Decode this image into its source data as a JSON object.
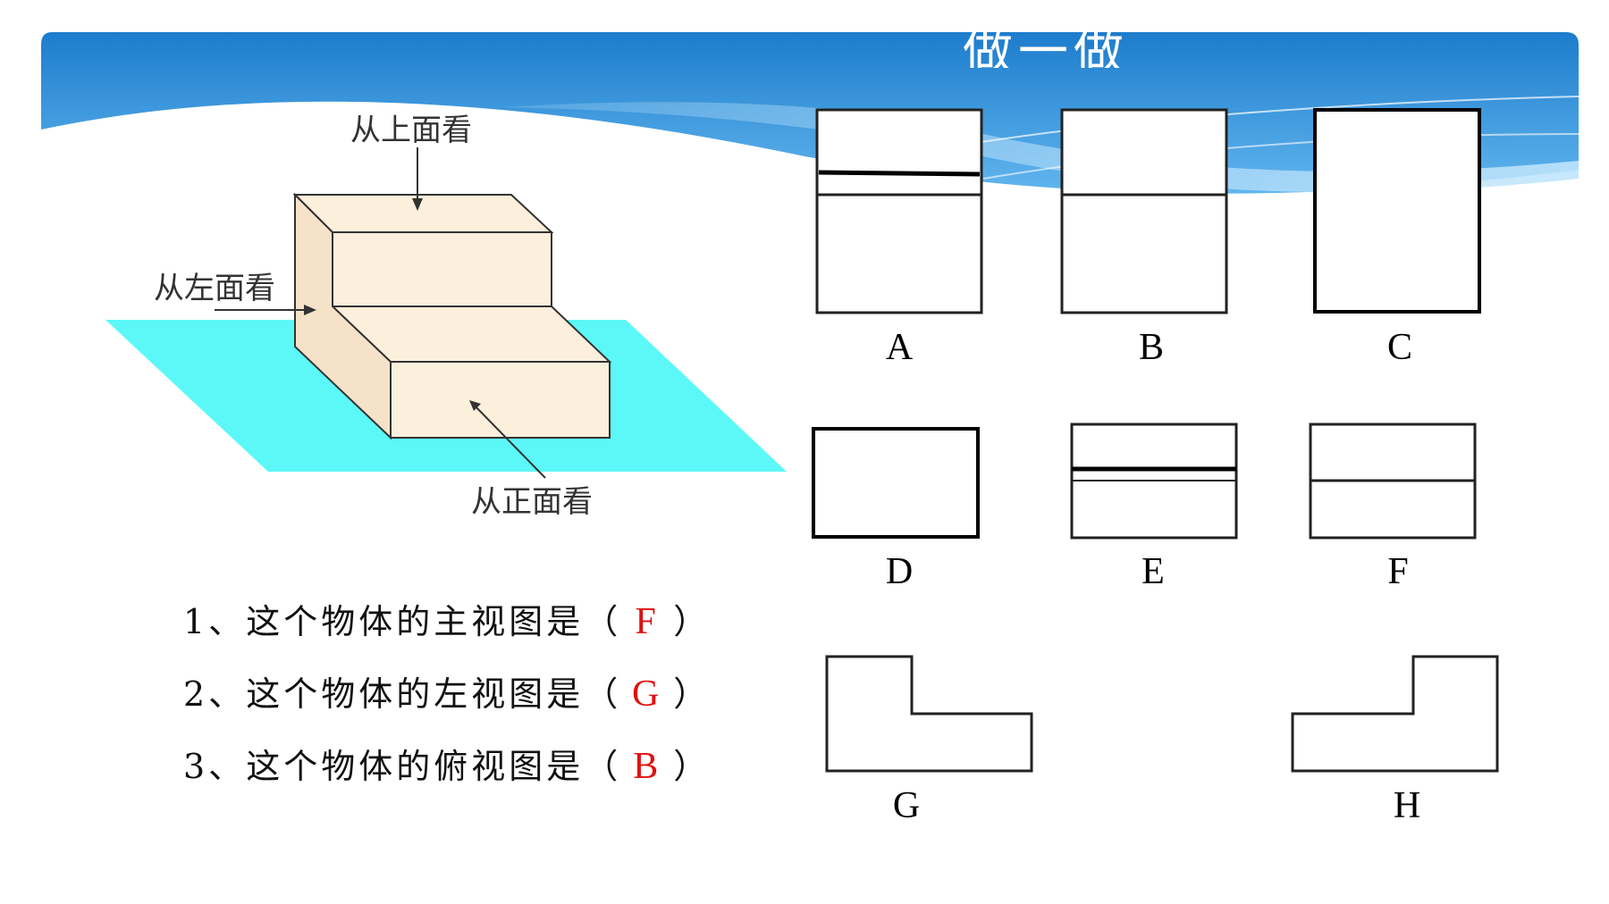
{
  "slide": {
    "title": "做一做",
    "colors": {
      "banner_dark": "#1a7fd0",
      "banner_light": "#9fd4f6",
      "ground": "#5cf8f8",
      "block_face": "#fcefdc",
      "answer": "#e01010"
    }
  },
  "figure": {
    "labels": {
      "top": "从上面看",
      "left": "从左面看",
      "front": "从正面看"
    }
  },
  "options": [
    {
      "letter": "A"
    },
    {
      "letter": "B"
    },
    {
      "letter": "C"
    },
    {
      "letter": "D"
    },
    {
      "letter": "E"
    },
    {
      "letter": "F"
    },
    {
      "letter": "G"
    },
    {
      "letter": "H"
    }
  ],
  "questions": [
    {
      "prefix": "1、",
      "text": "这个物体的主视图是",
      "open": "（",
      "answer": "F",
      "close": "）"
    },
    {
      "prefix": "2、",
      "text": "这个物体的左视图是",
      "open": "（",
      "answer": "G",
      "close": "）"
    },
    {
      "prefix": "3、",
      "text": "这个物体的俯视图是",
      "open": "（",
      "answer": "B",
      "close": "）"
    }
  ]
}
